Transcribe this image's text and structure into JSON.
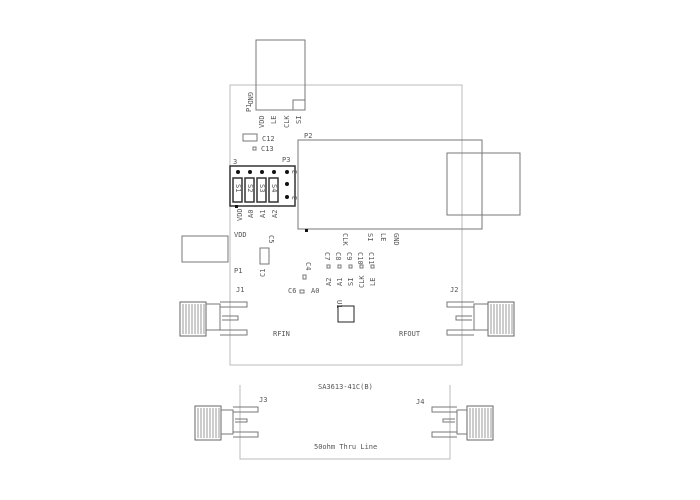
{
  "board": {
    "p1_top": {
      "ref": "P1",
      "pins": [
        "GND",
        "VDD",
        "LE",
        "CLK",
        "SI"
      ]
    },
    "c12": "C12",
    "c13": "C13",
    "p3": {
      "ref": "P3",
      "pin1": "3",
      "switches": [
        "S1",
        "S2",
        "S3",
        "S4"
      ],
      "labels": [
        "VDD",
        "A0",
        "A1",
        "A2"
      ],
      "side_labels": [
        "3",
        "3"
      ]
    },
    "p2": {
      "ref": "P2",
      "pins": [
        "CLK",
        "SI",
        "LE",
        "GND"
      ]
    },
    "vdd": "VDD",
    "c5": "C5",
    "c1": "C1",
    "p1_bottom": "P1",
    "c4": "C4",
    "c6": "C6",
    "a0": "A0",
    "caps": [
      "C7",
      "C8",
      "C9",
      "C10",
      "C11"
    ],
    "cap_nets": [
      "A2",
      "A1",
      "SI",
      "CLK",
      "LE"
    ],
    "u1": "U1",
    "j1": "J1",
    "j2": "J2",
    "rfin": "RFIN",
    "rfout": "RFOUT"
  },
  "thru_board": {
    "part": "SA3613-41C(B)",
    "j3": "J3",
    "j4": "J4",
    "caption": "50ohm Thru Line"
  }
}
